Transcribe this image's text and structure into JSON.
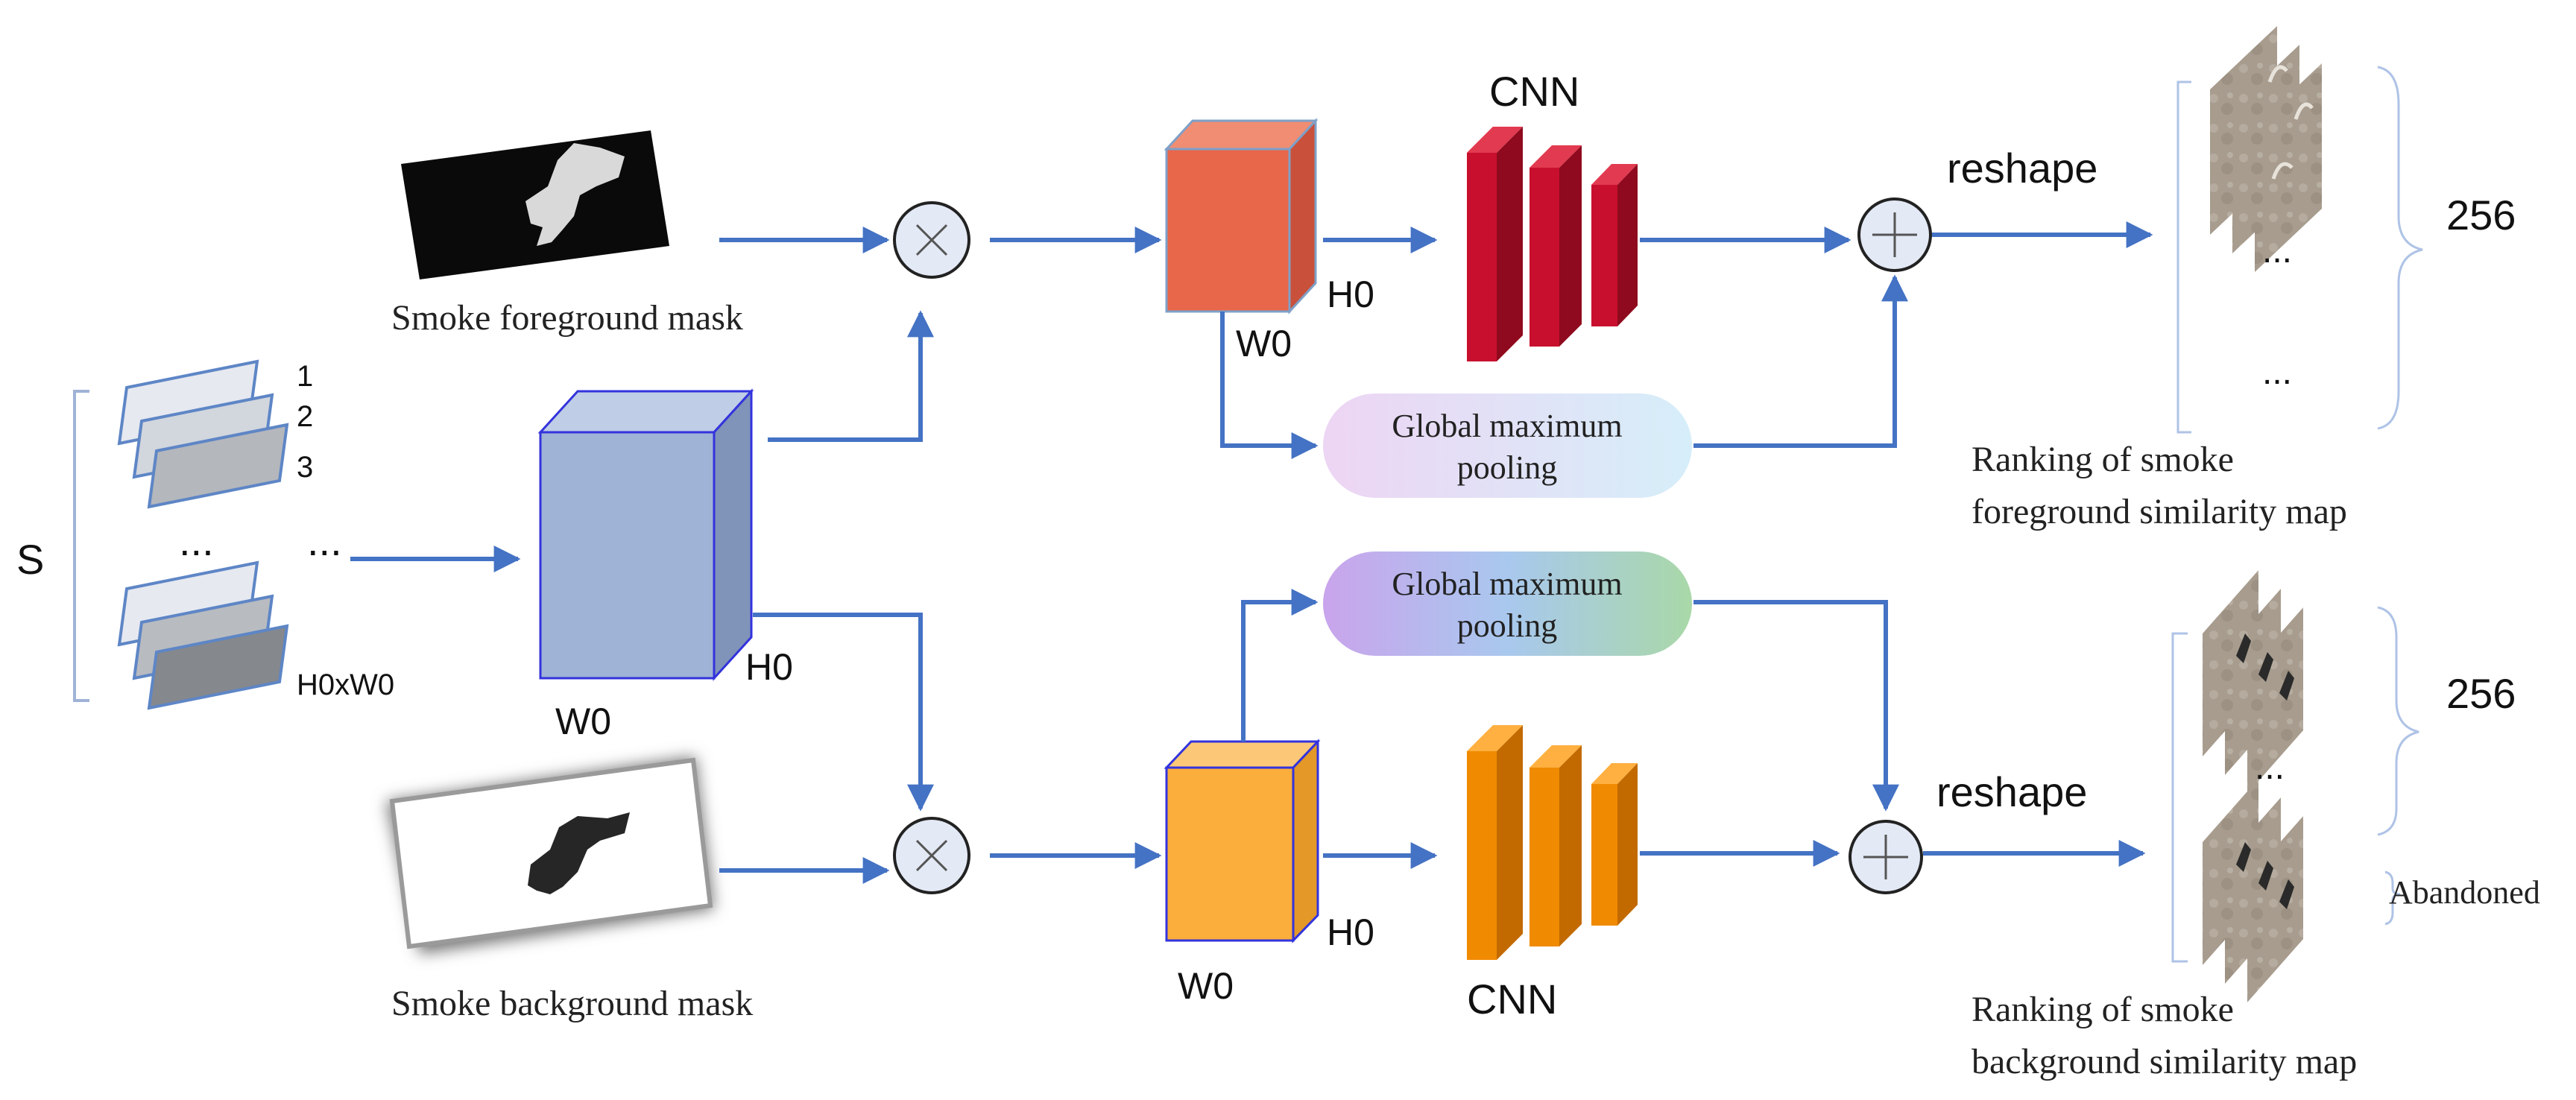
{
  "stack": {
    "label_s": "S",
    "index_1": "1",
    "index_2": "2",
    "index_3": "3",
    "dots_stack": "...",
    "dots_arrow": "...",
    "size_label": "H0xW0"
  },
  "feature_block": {
    "w_label": "W0",
    "h_label": "H0"
  },
  "masks": {
    "foreground_label": "Smoke foreground mask",
    "background_label": "Smoke background mask"
  },
  "fg_branch": {
    "w_label": "W0",
    "h_label": "H0",
    "cnn_label": "CNN",
    "pool_line1": "Global maximum",
    "pool_line2": "pooling",
    "reshape_label": "reshape",
    "count_label": "256",
    "dots1": "...",
    "dots2": "...",
    "caption_line1": "Ranking of smoke",
    "caption_line2": "foreground similarity map"
  },
  "bg_branch": {
    "w_label": "W0",
    "h_label": "H0",
    "cnn_label": "CNN",
    "pool_line1": "Global maximum",
    "pool_line2": "pooling",
    "reshape_label": "reshape",
    "count_label": "256",
    "dots": "...",
    "abandoned_label": "Abandoned",
    "caption_line1": "Ranking of smoke",
    "caption_line2": "background similarity map"
  },
  "colors": {
    "arrow": "#4472C4",
    "blue_block": "#9FB3D6",
    "fg_block": "#E8664A",
    "bg_block": "#FBAE3C",
    "fg_cnn": "#C8102E",
    "bg_cnn": "#F08A00"
  }
}
